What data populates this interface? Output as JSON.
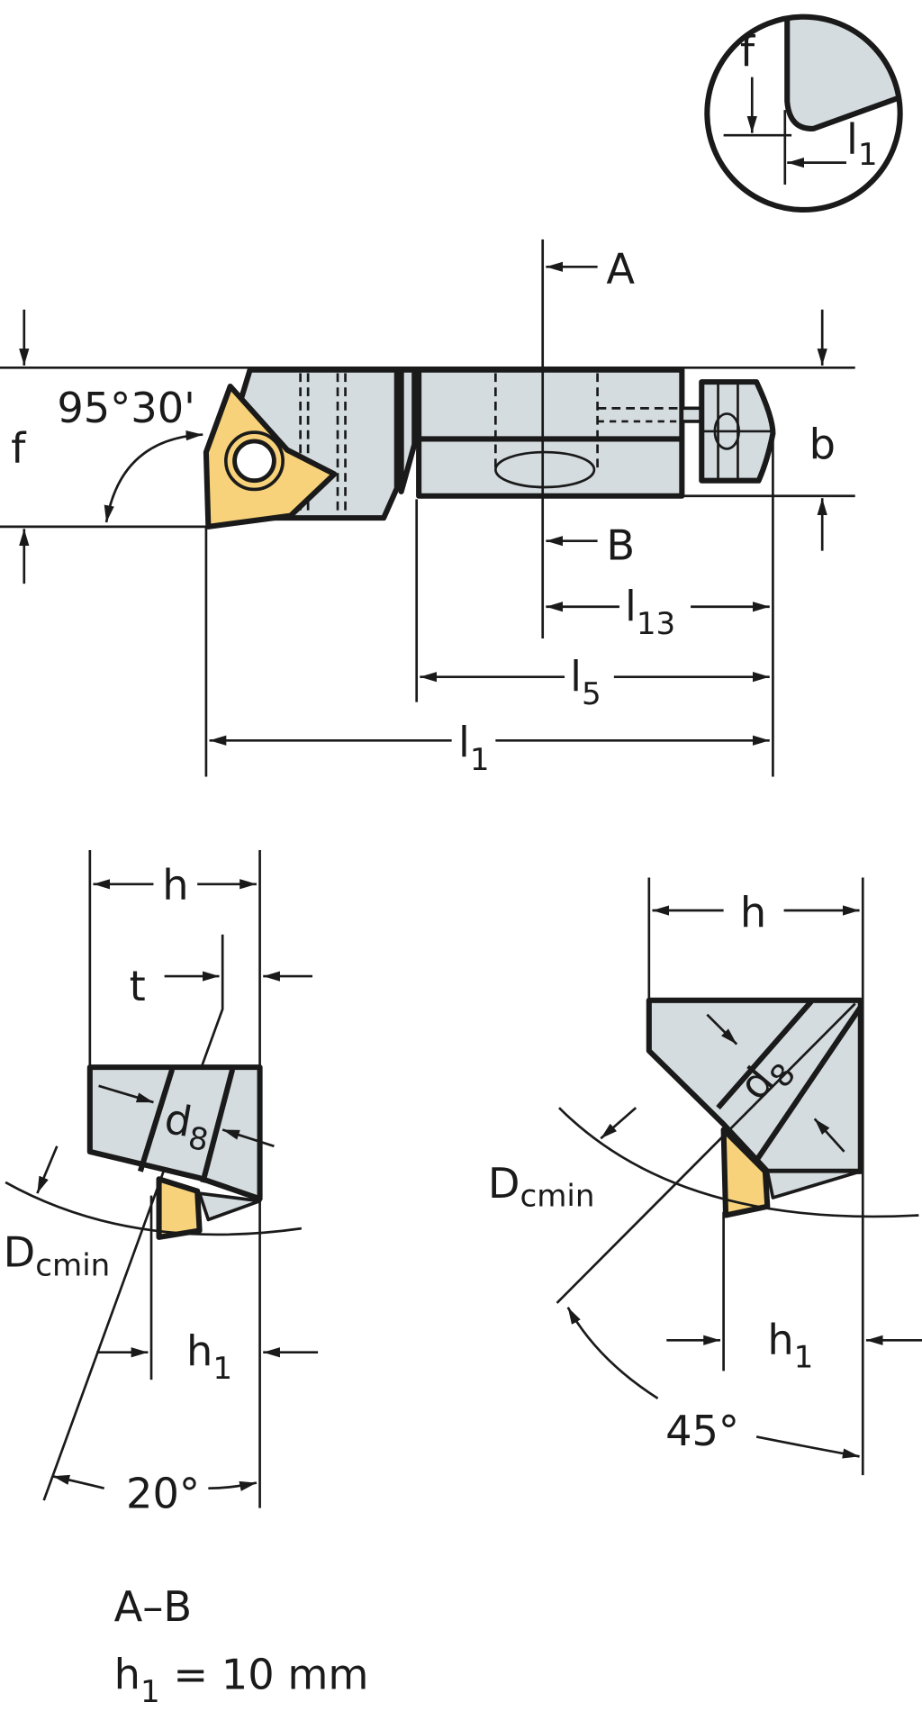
{
  "colors": {
    "body": "#d5dcdf",
    "insert": "#f7d27a",
    "line": "#1a1a1a"
  },
  "detail": {
    "f": "f",
    "l1_base": "l",
    "l1_sub": "1"
  },
  "top_view": {
    "angle": "95°30'",
    "f": "f",
    "b": "b",
    "section_a": "A",
    "section_b": "B",
    "l13_base": "l",
    "l13_sub": "13",
    "l5_base": "l",
    "l5_sub": "5",
    "l1_base": "l",
    "l1_sub": "1"
  },
  "section_left": {
    "h": "h",
    "t": "t",
    "d8_base": "d",
    "d8_sub": "8",
    "dcmin_base": "D",
    "dcmin_sub": "cmin",
    "h1_base": "h",
    "h1_sub": "1",
    "angle": "20°"
  },
  "section_right": {
    "h": "h",
    "d8_base": "d",
    "d8_sub": "8",
    "dcmin_base": "D",
    "dcmin_sub": "cmin",
    "h1_base": "h",
    "h1_sub": "1",
    "angle": "45°"
  },
  "notes": {
    "section": "A–B",
    "h1_base": "h",
    "h1_sub": "1",
    "h1_value": " = 10 mm"
  }
}
